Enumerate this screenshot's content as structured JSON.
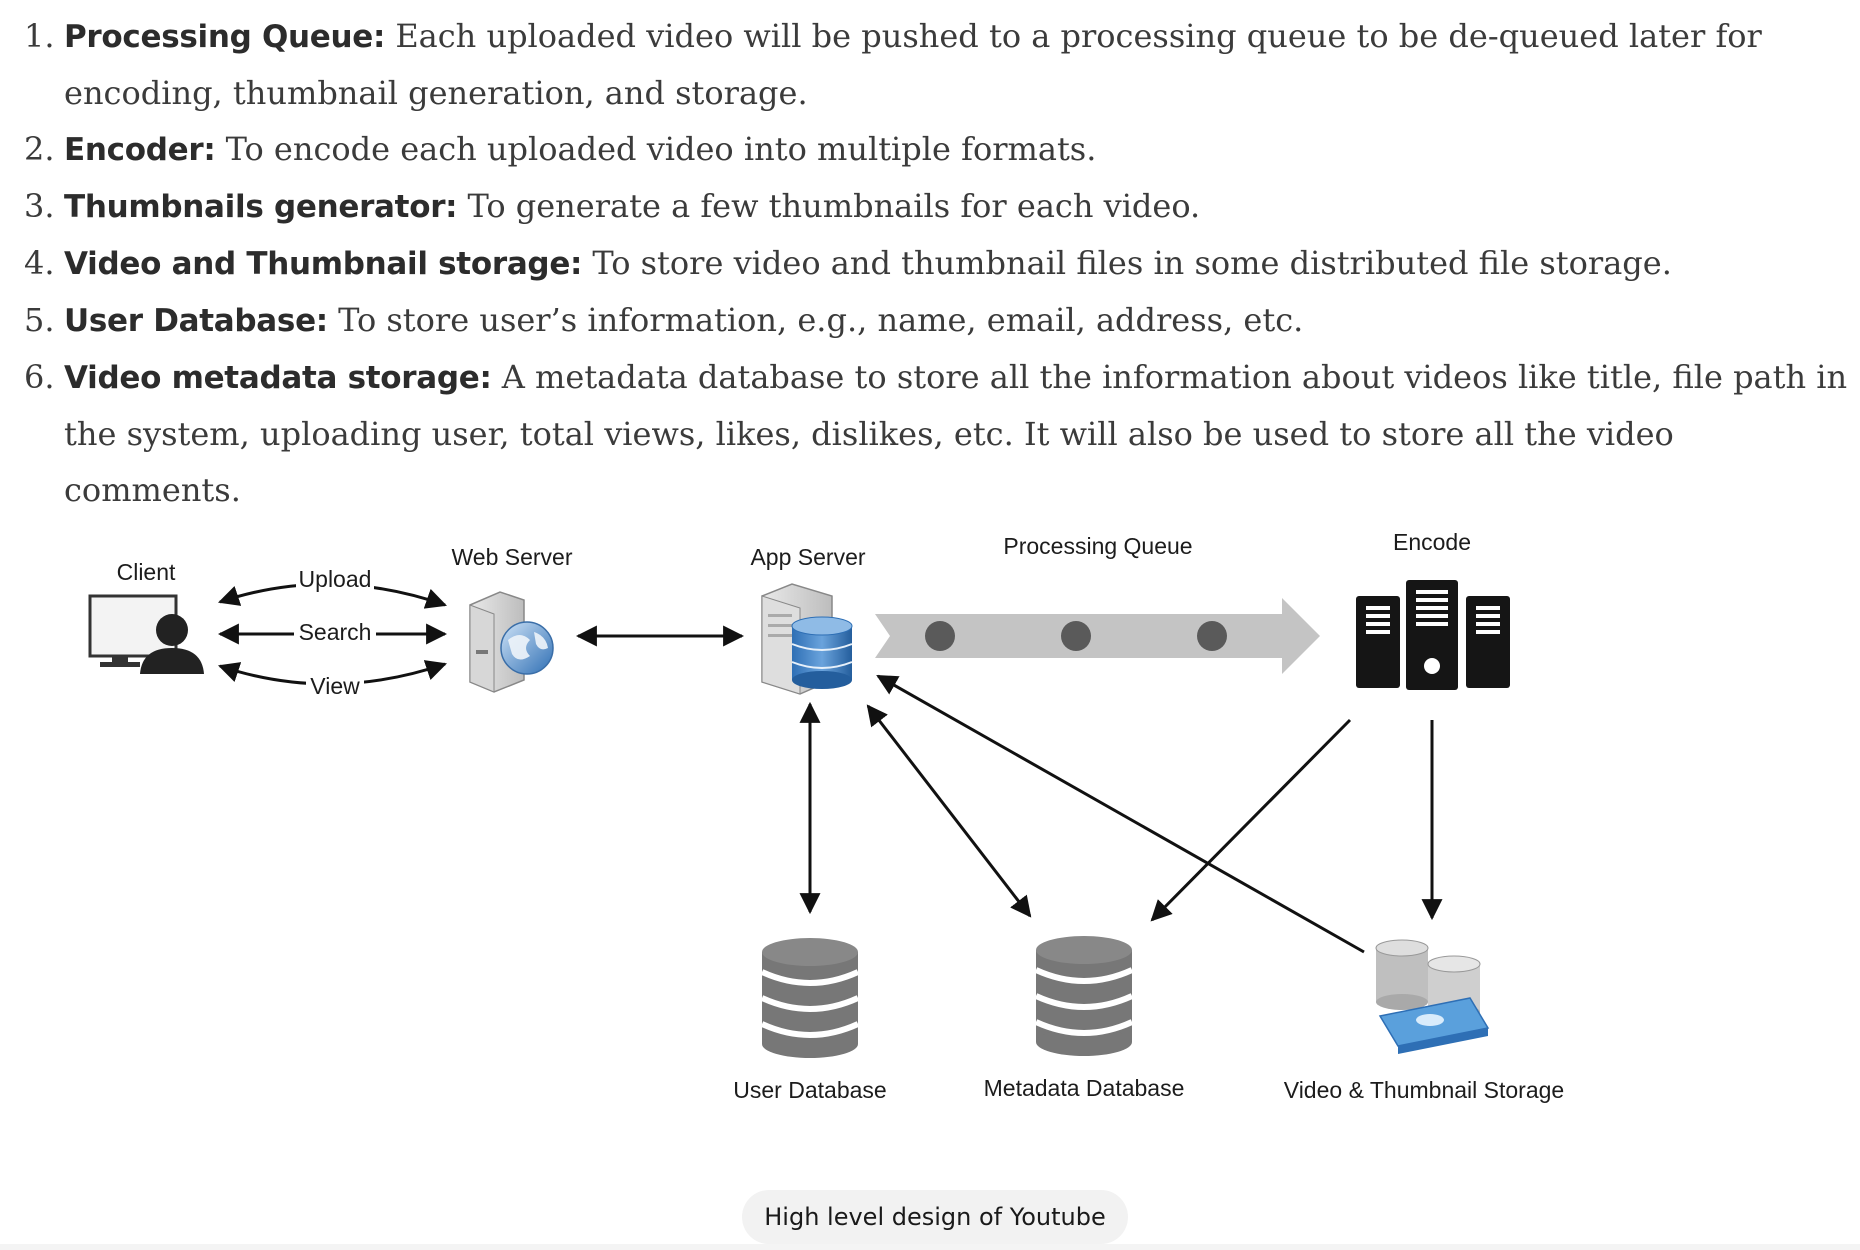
{
  "list": [
    {
      "num": "1.",
      "term": "Processing Queue:",
      "text": " Each uploaded video will be pushed to a processing queue to be de-queued later for encoding, thumbnail generation, and storage."
    },
    {
      "num": "2.",
      "term": "Encoder:",
      "text": " To encode each uploaded video into multiple formats."
    },
    {
      "num": "3.",
      "term": "Thumbnails generator:",
      "text": " To generate a few thumbnails for each video."
    },
    {
      "num": "4.",
      "term": "Video and Thumbnail storage:",
      "text": " To store video and thumbnail files in some distributed file storage."
    },
    {
      "num": "5.",
      "term": "User Database:",
      "text": " To store user’s information, e.g., name, email, address, etc."
    },
    {
      "num": "6.",
      "term": "Video metadata storage:",
      "text": " A metadata database to store all the information about videos like title, file path in the system, uploading user, total views, likes, dislikes, etc. It will also be used to store all the video comments."
    }
  ],
  "diagram": {
    "client": "Client",
    "upload": "Upload",
    "search": "Search",
    "view": "View",
    "web_server": "Web Server",
    "app_server": "App Server",
    "processing_queue": "Processing Queue",
    "encode": "Encode",
    "user_db": "User Database",
    "metadata_db": "Metadata Database",
    "video_storage": "Video & Thumbnail Storage"
  },
  "caption": "High level design of Youtube",
  "colors": {
    "text": "#3b3b3b",
    "queue_arrow": "#c4c4c4",
    "queue_dot": "#5a5a5a",
    "db": "#777777",
    "server_dark": "#151515",
    "caption_bg": "#f2f2f2"
  }
}
